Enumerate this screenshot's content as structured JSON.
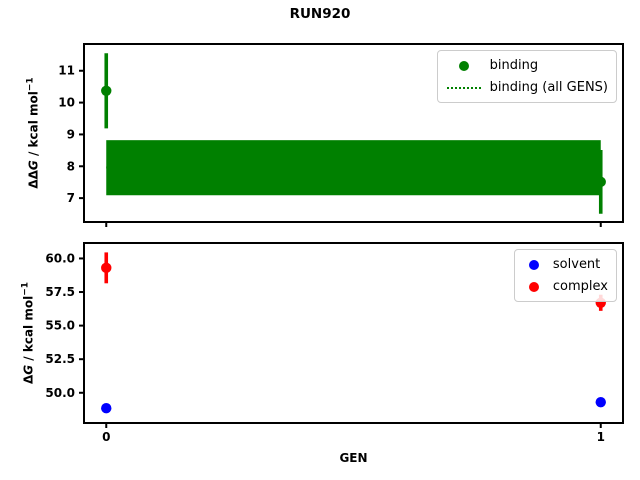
{
  "figure": {
    "title": "RUN920",
    "background": "#ffffff",
    "xlabel": "GEN"
  },
  "chart_data": [
    {
      "type": "scatter",
      "subplot": "top",
      "title": "RUN920",
      "xlabel": "",
      "ylabel": "ΔΔG / kcal mol⁻¹",
      "ylabel_parts": {
        "prefix": "ΔΔ",
        "italic": "G",
        "rest": " / kcal mol",
        "sup": "−1"
      },
      "x": [
        0,
        1
      ],
      "xlim": [
        -0.045,
        1.045
      ],
      "ylim": [
        6.25,
        11.84
      ],
      "yticks": [
        7,
        8,
        9,
        10,
        11
      ],
      "ytick_labels": [
        "7",
        "8",
        "9",
        "10",
        "11"
      ],
      "xticks": [
        0,
        1
      ],
      "xtick_labels": [],
      "grid": false,
      "series": [
        {
          "name": "binding",
          "color": "#008000",
          "marker": "circle",
          "y": [
            10.37,
            7.51
          ],
          "yerr": [
            1.18,
            1.0
          ]
        }
      ],
      "band": {
        "name": "binding (all GENS)",
        "color": "#008000",
        "mean": 7.96,
        "ymin": 7.09,
        "ymax": 8.82,
        "x_start": 0,
        "x_end": 1,
        "line_style": "dotted"
      },
      "legend": {
        "position": "upper right",
        "entries": [
          "binding",
          "binding (all GENS)"
        ]
      }
    },
    {
      "type": "scatter",
      "subplot": "bottom",
      "title": "",
      "xlabel": "GEN",
      "ylabel": "ΔG / kcal mol⁻¹",
      "ylabel_parts": {
        "prefix": "Δ",
        "italic": "G",
        "rest": " / kcal mol",
        "sup": "−1"
      },
      "x": [
        0,
        1
      ],
      "xlim": [
        -0.045,
        1.045
      ],
      "ylim": [
        47.75,
        61.15
      ],
      "yticks": [
        50.0,
        52.5,
        55.0,
        57.5,
        60.0
      ],
      "ytick_labels": [
        "50.0",
        "52.5",
        "55.0",
        "57.5",
        "60.0"
      ],
      "xticks": [
        0,
        1
      ],
      "xtick_labels": [
        "0",
        "1"
      ],
      "grid": false,
      "series": [
        {
          "name": "solvent",
          "color": "#0000ff",
          "marker": "circle",
          "y": [
            48.85,
            49.3
          ],
          "yerr": [
            0.1,
            0.1
          ]
        },
        {
          "name": "complex",
          "color": "#ff0000",
          "marker": "circle",
          "y": [
            59.3,
            56.7
          ],
          "yerr": [
            1.15,
            0.6
          ]
        }
      ],
      "legend": {
        "position": "upper right",
        "entries": [
          "solvent",
          "complex"
        ]
      }
    }
  ]
}
